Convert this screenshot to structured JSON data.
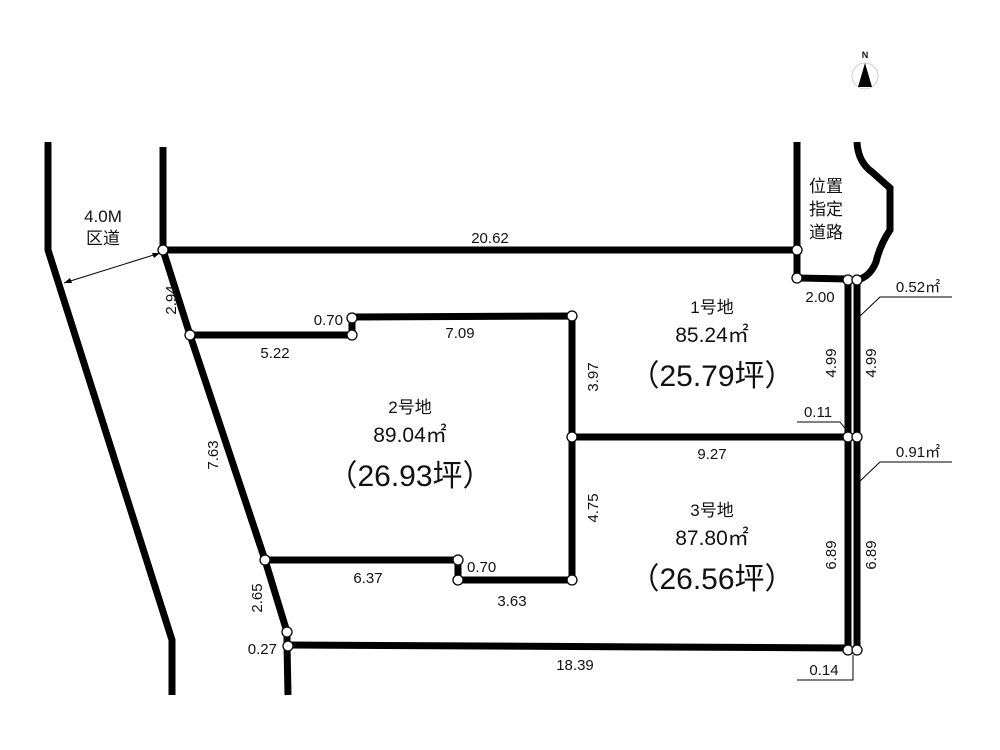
{
  "compass": {
    "label": "N"
  },
  "roads": {
    "ward_road_width": "4.0M",
    "ward_road_name": "区道",
    "designated_road": [
      "位置",
      "指定",
      "道路"
    ]
  },
  "lots": [
    {
      "name": "1号地",
      "area": "85.24㎡",
      "tsubo": "（25.79坪）"
    },
    {
      "name": "2号地",
      "area": "89.04㎡",
      "tsubo": "（26.93坪）"
    },
    {
      "name": "3号地",
      "area": "87.80㎡",
      "tsubo": "（26.56坪）"
    }
  ],
  "dimensions": {
    "top": "20.62",
    "left_a": "2.94",
    "left_b": "7.63",
    "left_c": "2.65",
    "left_d": "0.27",
    "step_top": "0.70",
    "seg_522": "5.22",
    "seg_709": "7.09",
    "seg_397": "3.97",
    "seg_927": "9.27",
    "seg_475": "4.75",
    "step_bottom": "0.70",
    "seg_637": "6.37",
    "seg_363": "3.63",
    "bottom": "18.39",
    "road_width": "2.00",
    "right_upper_inner": "4.99",
    "right_upper_outer": "4.99",
    "right_lower_inner": "6.89",
    "right_lower_outer": "6.89",
    "offset_011": "0.11",
    "offset_014": "0.14",
    "strip_upper_area": "0.52㎡",
    "strip_lower_area": "0.91㎡"
  }
}
